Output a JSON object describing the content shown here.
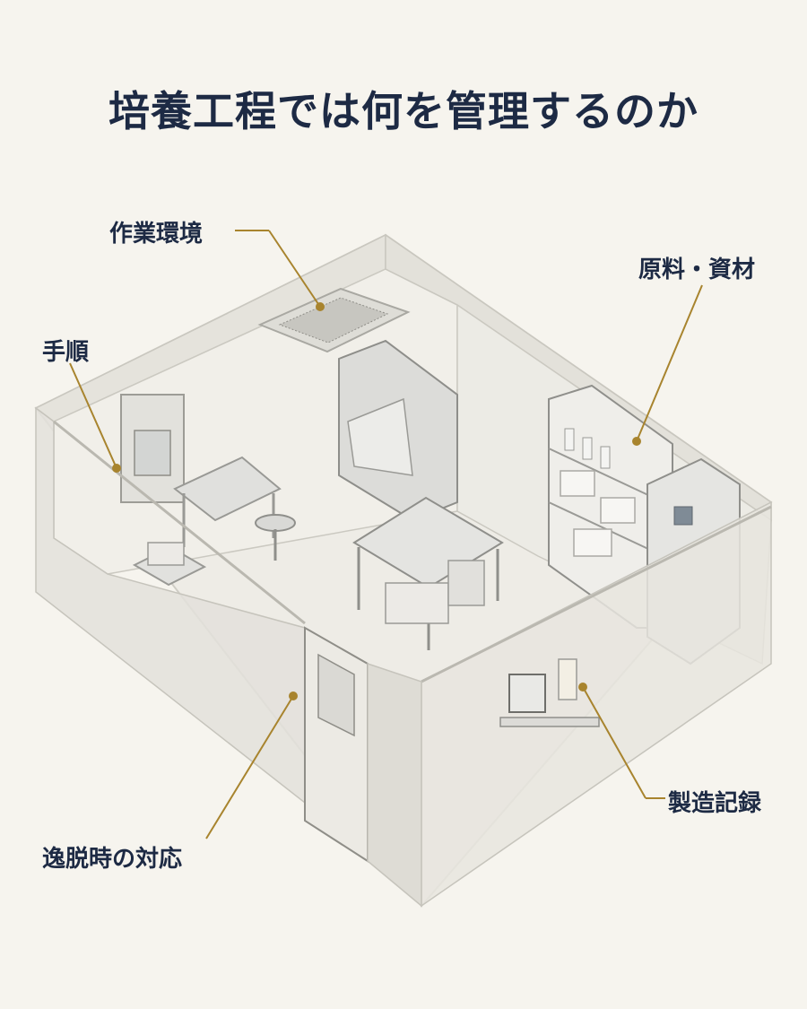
{
  "title": "培養工程では何を管理するのか",
  "labels": {
    "environment": "作業環境",
    "procedure": "手順",
    "materials": "原料・資材",
    "records": "製造記録",
    "deviation": "逸脱時の対応"
  },
  "colors": {
    "title": "#1d2a44",
    "leader_line": "#a8842e",
    "background": "#f6f4ee",
    "floor": "#eceae3",
    "wall": "#e4e2da",
    "metal": "#d6d6d4"
  }
}
